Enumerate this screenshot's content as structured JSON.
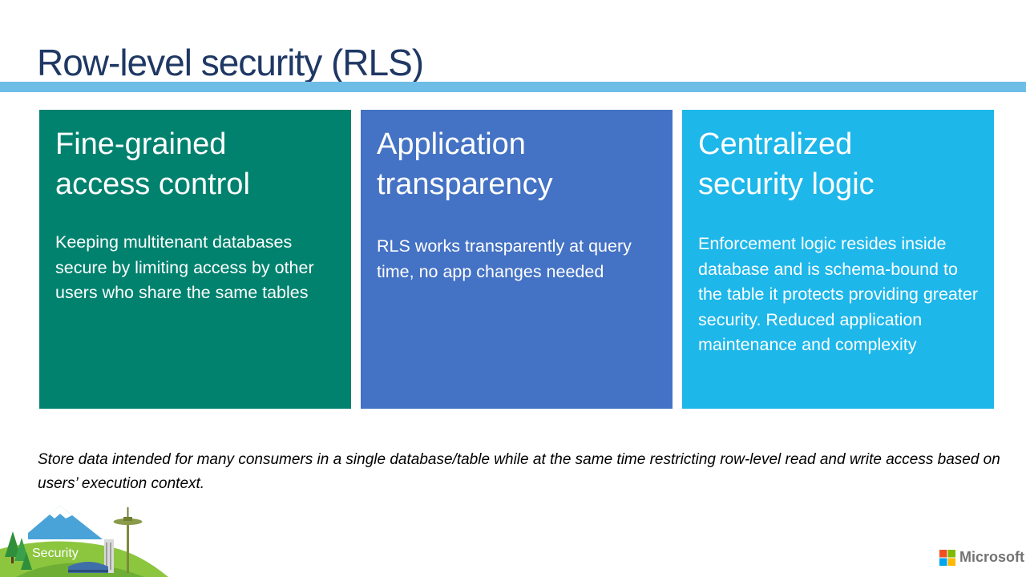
{
  "slide": {
    "title": "Row-level security (RLS)",
    "caption": "Store data intended for many consumers in a single database/table while at the same time restricting row-level read and write access based on users’ execution context."
  },
  "cards": [
    {
      "heading": "Fine-grained\naccess control",
      "body": "Keeping multitenant databases secure by limiting access by other users who share the same tables"
    },
    {
      "heading": "Application\ntransparency",
      "body": "RLS works transparently at query time, no app changes needed"
    },
    {
      "heading": "Centralized\nsecurity logic",
      "body": "Enforcement logic resides inside database and is schema-bound to the table it protects providing greater security. Reduced application maintenance and complexity"
    }
  ],
  "badge": {
    "label": "Security",
    "icon": "seattle-skyline-icon"
  },
  "brand": {
    "name": "Microsoft",
    "icon": "microsoft-logo-icon"
  },
  "colors": {
    "title": "#1f3864",
    "title_bar": "#6dbde6",
    "card_1": "#00826e",
    "card_2": "#4472c4",
    "card_3": "#1db7ea",
    "ms_red": "#f25022",
    "ms_green": "#7fba00",
    "ms_blue": "#00a4ef",
    "ms_yellow": "#ffb900"
  }
}
